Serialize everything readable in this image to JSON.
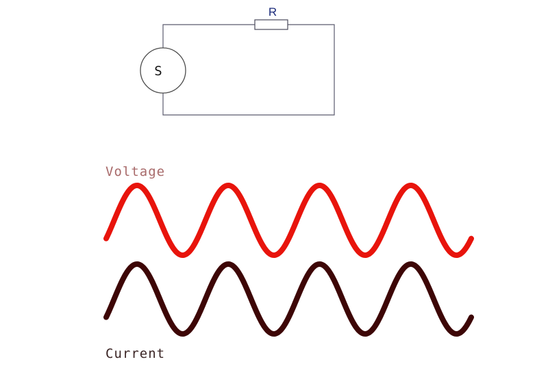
{
  "circuit": {
    "source_label": "S",
    "resistor_label": "R"
  },
  "waves": {
    "voltage": {
      "label": "Voltage",
      "label_color": "#a86a6a",
      "wave_color": "#e8140c",
      "cycles": 4
    },
    "current": {
      "label": "Current",
      "label_color": "#3a2424",
      "wave_color": "#3d0606",
      "cycles": 4
    }
  }
}
